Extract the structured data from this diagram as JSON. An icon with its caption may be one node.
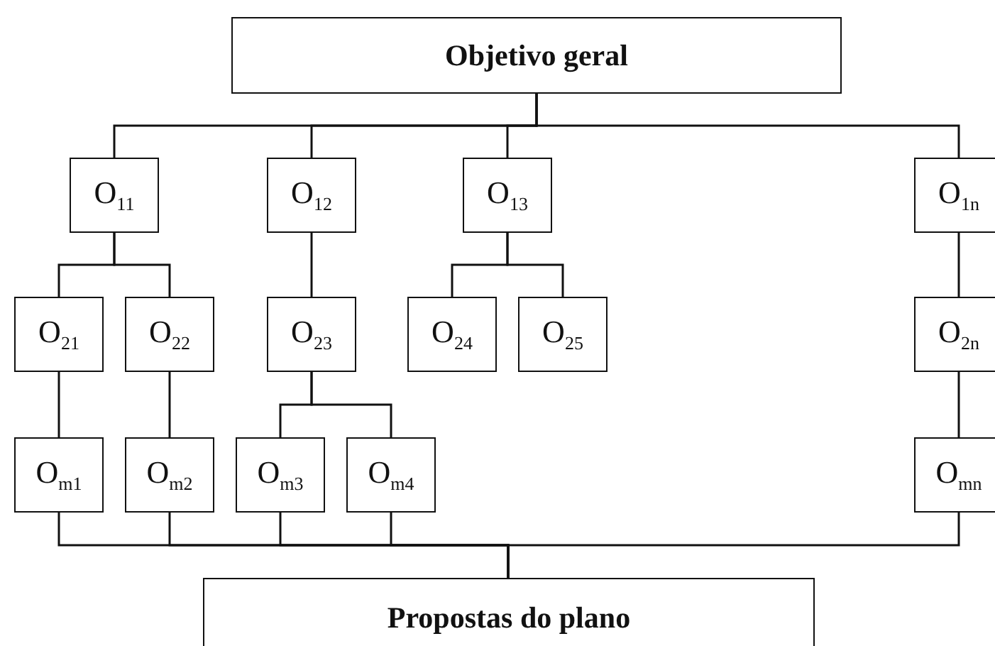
{
  "diagram": {
    "nodes": [
      {
        "text": [
          "Objetivo geral"
        ]
      },
      {
        "text": [
          "O$_{11}$"
        ]
      },
      {
        "text": [
          "O$_{12}$"
        ]
      },
      {
        "text": [
          "O$_{13}$"
        ]
      },
      {
        "text": [
          "O$_{1n}$"
        ]
      },
      {
        "text": [
          "O$_{21}$"
        ]
      },
      {
        "text": [
          "O$_{22}$"
        ]
      },
      {
        "text": [
          "O$_{23}$"
        ]
      },
      {
        "text": [
          "O$_{24}$"
        ]
      },
      {
        "text": [
          "O$_{25}$"
        ]
      },
      {
        "text": [
          "O$_{2n}$"
        ]
      },
      {
        "text": [
          "O$_{m1}$"
        ]
      },
      {
        "text": [
          "O$_{m2}$"
        ]
      },
      {
        "text": [
          "O$_{m3}$"
        ]
      },
      {
        "text": [
          "O$_{m4}$"
        ]
      },
      {
        "text": [
          "O$_{mn}$"
        ]
      },
      {
        "text": [
          "Propostas do plano"
        ]
      }
    ],
    "edges": [
      {
        "from": 0,
        "to": 1,
        "arrow": "none"
      },
      {
        "from": 0,
        "to": 2,
        "arrow": "none"
      },
      {
        "from": 0,
        "to": 3,
        "arrow": "none"
      },
      {
        "from": 0,
        "to": 4,
        "arrow": "none"
      },
      {
        "from": 1,
        "to": 5,
        "arrow": "none"
      },
      {
        "from": 1,
        "to": 6,
        "arrow": "none"
      },
      {
        "from": 2,
        "to": 7,
        "arrow": "none"
      },
      {
        "from": 3,
        "to": 8,
        "arrow": "none"
      },
      {
        "from": 3,
        "to": 9,
        "arrow": "none"
      },
      {
        "from": 4,
        "to": 10,
        "arrow": "none"
      },
      {
        "from": 5,
        "to": 11,
        "arrow": "none"
      },
      {
        "from": 6,
        "to": 12,
        "arrow": "none"
      },
      {
        "from": 7,
        "to": 13,
        "arrow": "none"
      },
      {
        "from": 7,
        "to": 14,
        "arrow": "none"
      },
      {
        "from": 10,
        "to": 15,
        "arrow": "none"
      },
      {
        "from": 11,
        "to": 16,
        "arrow": "none"
      },
      {
        "from": 12,
        "to": 16,
        "arrow": "none"
      },
      {
        "from": 13,
        "to": 16,
        "arrow": "none"
      },
      {
        "from": 14,
        "to": 16,
        "arrow": "none"
      },
      {
        "from": 15,
        "to": 16,
        "arrow": "none"
      }
    ]
  }
}
